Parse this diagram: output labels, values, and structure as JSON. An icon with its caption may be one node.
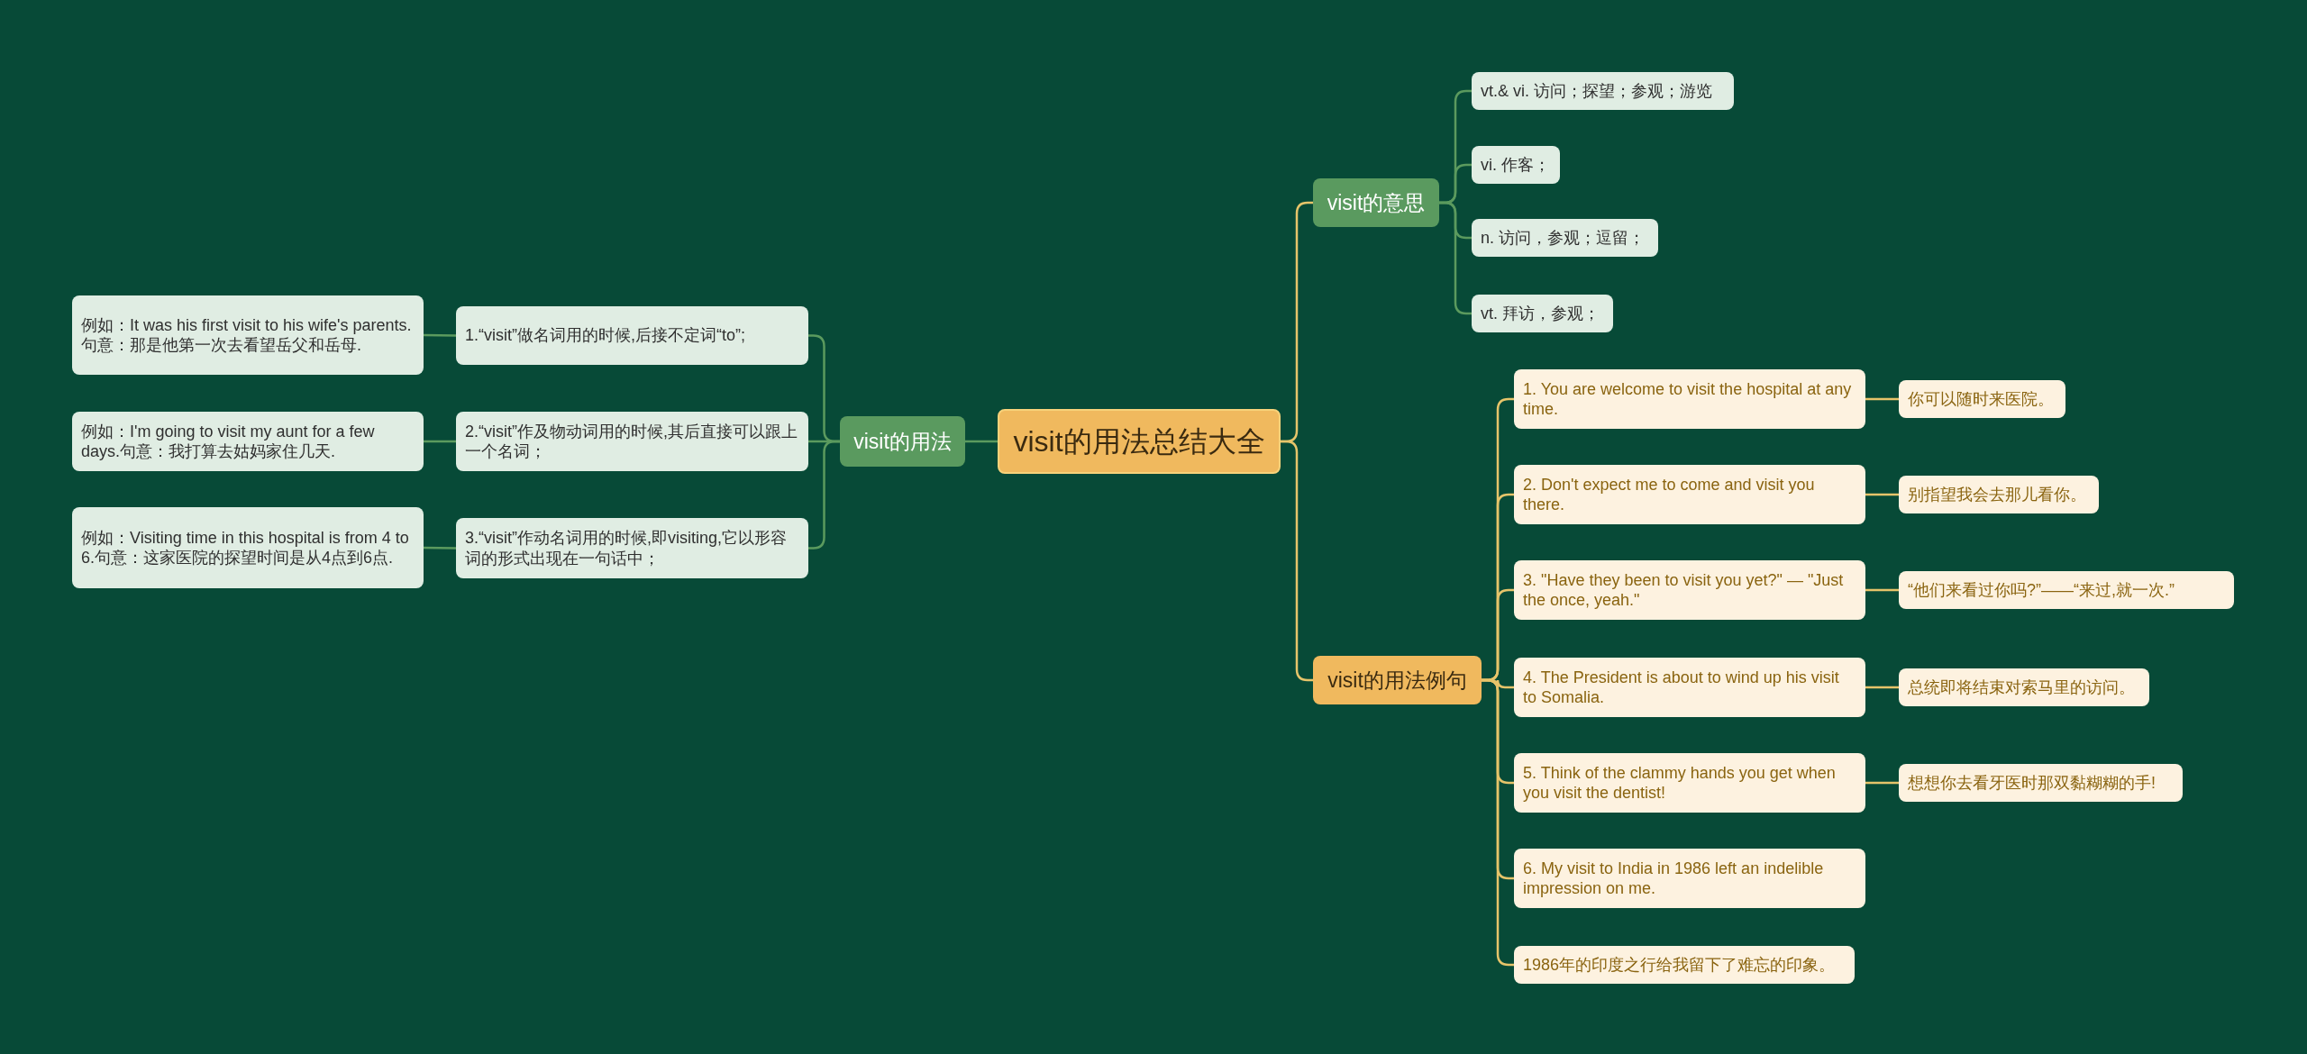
{
  "diagram": {
    "nodes": [
      {
        "text": [
          "visit的用法总结大全"
        ]
      },
      {
        "text": [
          "visit的意思"
        ]
      },
      {
        "text": [
          "vt.& vi. 访问；探望；参观；游览"
        ]
      },
      {
        "text": [
          "vi. 作客；"
        ]
      },
      {
        "text": [
          "n. 访问，参观；逗留；"
        ]
      },
      {
        "text": [
          "vt. 拜访，参观；"
        ]
      },
      {
        "text": [
          "visit的用法例句"
        ]
      },
      {
        "text": [
          "1. You are welcome to visit the hospital at any time."
        ]
      },
      {
        "text": [
          "你可以随时来医院。"
        ]
      },
      {
        "text": [
          "2. Don't expect me to come and visit you there."
        ]
      },
      {
        "text": [
          "别指望我会去那儿看你。"
        ]
      },
      {
        "text": [
          "3. \"Have they been to visit you yet?\" — \"Just the once, yeah.\""
        ]
      },
      {
        "text": [
          "“他们来看过你吗?”——“来过,就一次.”"
        ]
      },
      {
        "text": [
          "4. The President is about to wind up his visit to Somalia."
        ]
      },
      {
        "text": [
          "总统即将结束对索马里的访问。"
        ]
      },
      {
        "text": [
          "5. Think of the clammy hands you get when you visit the dentist!"
        ]
      },
      {
        "text": [
          "想想你去看牙医时那双黏糊糊的手!"
        ]
      },
      {
        "text": [
          "6. My visit to India in 1986 left an indelible impression on me."
        ]
      },
      {
        "text": [
          "1986年的印度之行给我留下了难忘的印象。"
        ]
      },
      {
        "text": [
          "visit的用法"
        ]
      },
      {
        "text": [
          "1.“visit”做名词用的时候,后接不定词“to”;"
        ]
      },
      {
        "text": [
          "例如：It was his first visit to his wife's parents.句意：那是他第一次去看望岳父和岳母."
        ]
      },
      {
        "text": [
          "2.“visit”作及物动词用的时候,其后直接可以跟上一个名词；"
        ]
      },
      {
        "text": [
          "例如：I'm going to visit my aunt for a few days.句意：我打算去姑妈家住几天."
        ]
      },
      {
        "text": [
          "3.“visit”作动名词用的时候,即visiting,它以形容词的形式出现在一句话中；"
        ]
      },
      {
        "text": [
          "例如：Visiting time in this hospital is from 4 to 6.句意：这家医院的探望时间是从4点到6点."
        ]
      }
    ],
    "edges": [
      {
        "from": 0,
        "to": 1,
        "arrow": "none"
      },
      {
        "from": 1,
        "to": 2,
        "arrow": "none",
        "color": "#5b9a5e"
      },
      {
        "from": 1,
        "to": 3,
        "arrow": "none",
        "color": "#5b9a5e"
      },
      {
        "from": 1,
        "to": 4,
        "arrow": "none",
        "color": "#5b9a5e"
      },
      {
        "from": 1,
        "to": 5,
        "arrow": "none",
        "color": "#5b9a5e"
      },
      {
        "from": 0,
        "to": 6,
        "arrow": "none"
      },
      {
        "from": 6,
        "to": 7,
        "arrow": "none"
      },
      {
        "from": 7,
        "to": 8,
        "arrow": "none"
      },
      {
        "from": 6,
        "to": 9,
        "arrow": "none"
      },
      {
        "from": 9,
        "to": 10,
        "arrow": "none"
      },
      {
        "from": 6,
        "to": 11,
        "arrow": "none"
      },
      {
        "from": 11,
        "to": 12,
        "arrow": "none"
      },
      {
        "from": 6,
        "to": 13,
        "arrow": "none"
      },
      {
        "from": 13,
        "to": 14,
        "arrow": "none"
      },
      {
        "from": 6,
        "to": 15,
        "arrow": "none"
      },
      {
        "from": 15,
        "to": 16,
        "arrow": "none"
      },
      {
        "from": 6,
        "to": 17,
        "arrow": "none"
      },
      {
        "from": 6,
        "to": 18,
        "arrow": "none"
      },
      {
        "from": 0,
        "to": 19,
        "arrow": "none",
        "color": "#5b9a5e"
      },
      {
        "from": 19,
        "to": 20,
        "arrow": "none",
        "color": "#5b9a5e"
      },
      {
        "from": 20,
        "to": 21,
        "arrow": "none",
        "color": "#5b9a5e"
      },
      {
        "from": 19,
        "to": 22,
        "arrow": "none",
        "color": "#5b9a5e"
      },
      {
        "from": 22,
        "to": 23,
        "arrow": "none",
        "color": "#5b9a5e"
      },
      {
        "from": 19,
        "to": 24,
        "arrow": "none",
        "color": "#5b9a5e"
      },
      {
        "from": 24,
        "to": 25,
        "arrow": "none",
        "color": "#5b9a5e"
      }
    ]
  }
}
